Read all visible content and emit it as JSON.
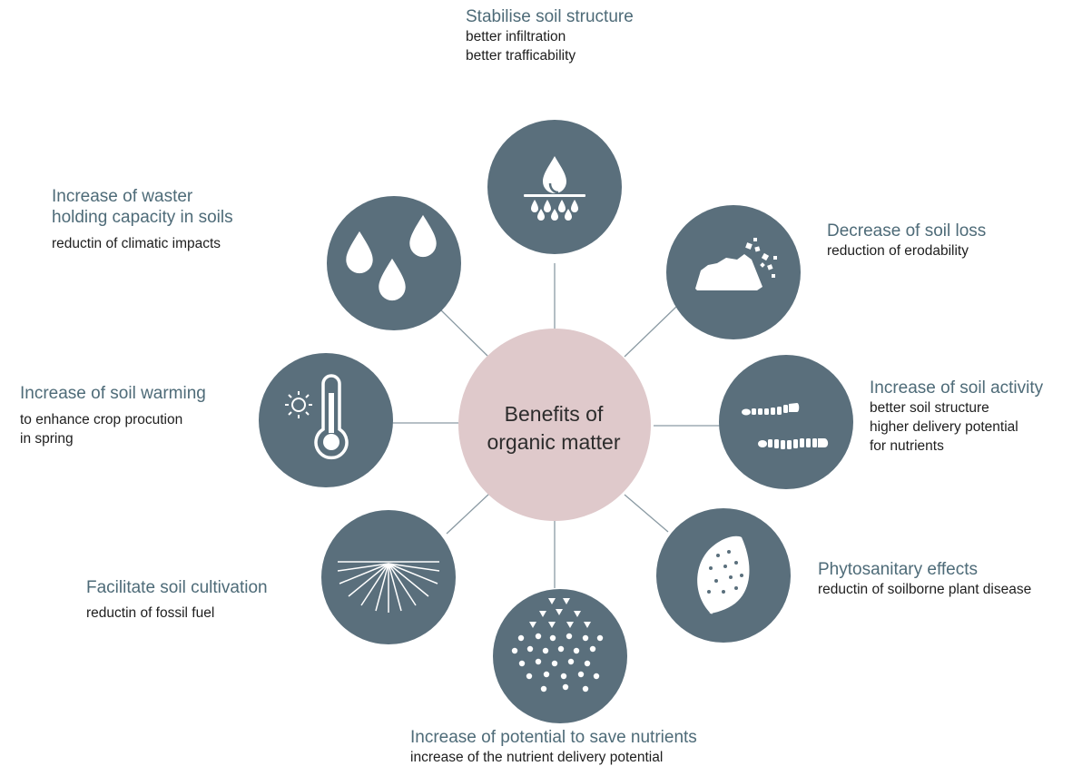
{
  "colors": {
    "node": "#5a6f7c",
    "center": "#dfc9cb",
    "connector": "#8a9aa3",
    "heading": "#4e6b78",
    "text": "#1e1e1e"
  },
  "center": {
    "line1": "Benefits of",
    "line2": "organic matter"
  },
  "nodes": [
    {
      "icon": "water-drop-filtration-icon",
      "heading": [
        "Stabilise soil structure"
      ],
      "details": [
        "better infiltration",
        "better trafficability"
      ]
    },
    {
      "icon": "eroding-soil-icon",
      "heading": [
        "Decrease of soil loss"
      ],
      "details": [
        "reduction of erodability"
      ]
    },
    {
      "icon": "earthworms-icon",
      "heading": [
        "Increase of soil activity"
      ],
      "details": [
        "better soil structure",
        "higher delivery potential",
        "for nutrients"
      ]
    },
    {
      "icon": "leaf-icon",
      "heading": [
        "Phytosanitary effects"
      ],
      "details": [
        "reductin of soilborne plant disease"
      ]
    },
    {
      "icon": "nutrient-particles-icon",
      "heading": [
        "Increase of potential to save nutrients"
      ],
      "details": [
        "increase of the nutrient delivery potential"
      ]
    },
    {
      "icon": "radiating-lines-icon",
      "heading": [
        "Facilitate soil cultivation"
      ],
      "details": [
        "reductin of fossil fuel"
      ]
    },
    {
      "icon": "thermometer-sun-icon",
      "heading": [
        "Increase of soil warming"
      ],
      "details": [
        "to enhance crop procution",
        "in spring"
      ]
    },
    {
      "icon": "water-drops-icon",
      "heading": [
        "Increase of waster",
        "holding capacity in soils"
      ],
      "details": [
        "reductin of climatic impacts"
      ]
    }
  ]
}
